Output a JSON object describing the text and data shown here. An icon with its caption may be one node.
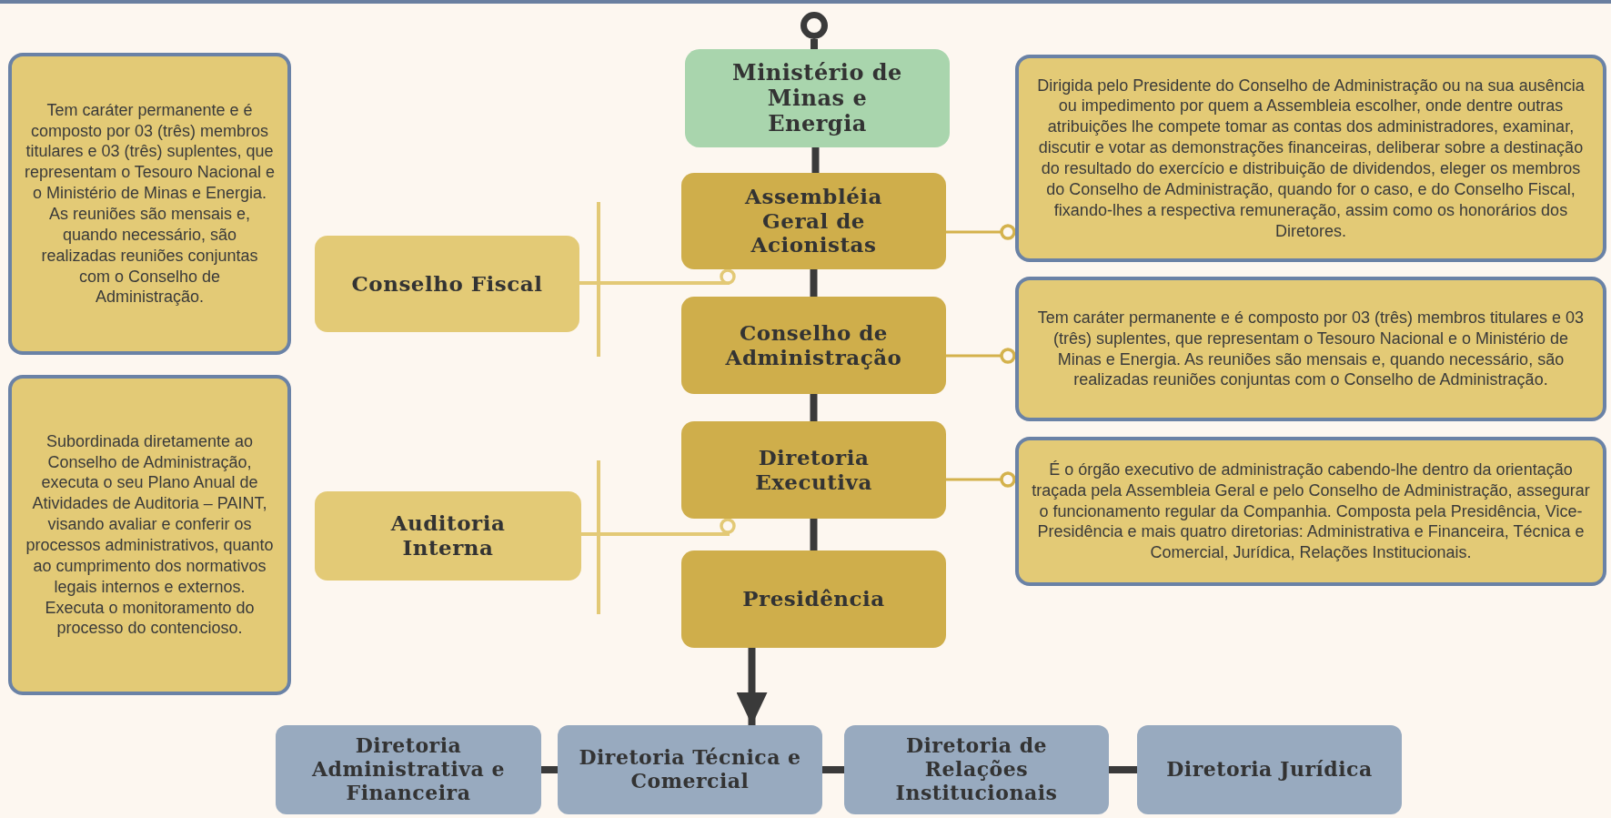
{
  "diagram": {
    "nodes": [
      {
        "text": [],
        "shape": "circle"
      },
      {
        "text": [
          "Ministério de Minas e Energia"
        ]
      },
      {
        "text": [
          "Tem caráter permanente e é composto por 03 (três) membros titulares e 03 (três) suplentes, que representam o Tesouro Nacional e o Ministério de Minas e Energia. As reuniões são mensais e, quando necessário, são realizadas reuniões conjuntas com o Conselho de Administração."
        ]
      },
      {
        "text": [
          "Dirigida pelo Presidente do Conselho de Administração ou na sua ausência ou impedimento por quem a Assembleia escolher, onde dentre outras atribuições lhe compete tomar as contas dos administradores, examinar, discutir e votar as demonstrações financeiras, deliberar sobre a destinação do resultado do exercício e distribuição de dividendos, eleger os membros do Conselho de Administração, quando for o caso, e do Conselho Fiscal, fixando-lhes a respectiva remuneração, assim como os honorários dos Diretores."
        ]
      },
      {
        "text": [
          "Assembléia Geral de Acionistas"
        ]
      },
      {
        "text": [
          "Conselho Fiscal"
        ]
      },
      {
        "text": [
          "Conselho de Administração"
        ]
      },
      {
        "text": [
          "Tem caráter permanente e é composto por 03 (três) membros titulares e 03 (três) suplentes, que representam o Tesouro Nacional e o Ministério de Minas e Energia. As reuniões são mensais e, quando necessário, são realizadas reuniões conjuntas com o Conselho de Administração."
        ]
      },
      {
        "text": [
          "Subordinada diretamente ao Conselho de Administração, executa o seu Plano Anual de Atividades de Auditoria – PAINT, visando avaliar e conferir os processos administrativos, quanto ao cumprimento dos normativos legais internos e externos. Executa o monitoramento do processo do contencioso."
        ]
      },
      {
        "text": [
          "Diretoria Executiva"
        ]
      },
      {
        "text": [
          "É o órgão executivo de administração cabendo-lhe dentro da orientação traçada pela Assembleia Geral e pelo Conselho de Administração, assegurar o funcionamento regular da Companhia. Composta pela Presidência, Vice-Presidência e mais quatro diretorias: Administrativa e Financeira, Técnica e Comercial, Jurídica, Relações Institucionais."
        ]
      },
      {
        "text": [
          "Auditoria Interna"
        ]
      },
      {
        "text": [
          "Presidência"
        ]
      },
      {
        "text": [
          "Diretoria Administrativa e Financeira"
        ]
      },
      {
        "text": [
          "Diretoria Técnica e Comercial"
        ]
      },
      {
        "text": [
          "Diretoria de Relações Institucionais"
        ]
      },
      {
        "text": [
          "Diretoria Jurídica"
        ]
      }
    ],
    "edges": [
      {
        "from": 0,
        "to": 1,
        "arrow": "none"
      },
      {
        "from": 1,
        "to": 4,
        "arrow": "none"
      },
      {
        "from": 4,
        "to": 6,
        "arrow": "none"
      },
      {
        "from": 6,
        "to": 9,
        "arrow": "none"
      },
      {
        "from": 9,
        "to": 12,
        "arrow": "none"
      },
      {
        "from": 12,
        "to": 14,
        "arrow": "to"
      },
      {
        "from": 13,
        "to": 14,
        "arrow": "none"
      },
      {
        "from": 14,
        "to": 15,
        "arrow": "none"
      },
      {
        "from": 15,
        "to": 16,
        "arrow": "none"
      },
      {
        "from": 4,
        "to": 3,
        "arrow": "other",
        "color": "#d4b24c"
      },
      {
        "from": 6,
        "to": 7,
        "arrow": "other",
        "color": "#d4b24c"
      },
      {
        "from": 9,
        "to": 10,
        "arrow": "other",
        "color": "#d4b24c"
      },
      {
        "from": 5,
        "to": 4,
        "arrow": "other",
        "color": "#e3c976"
      },
      {
        "from": 11,
        "to": 9,
        "arrow": "other",
        "color": "#e3c976"
      }
    ]
  }
}
